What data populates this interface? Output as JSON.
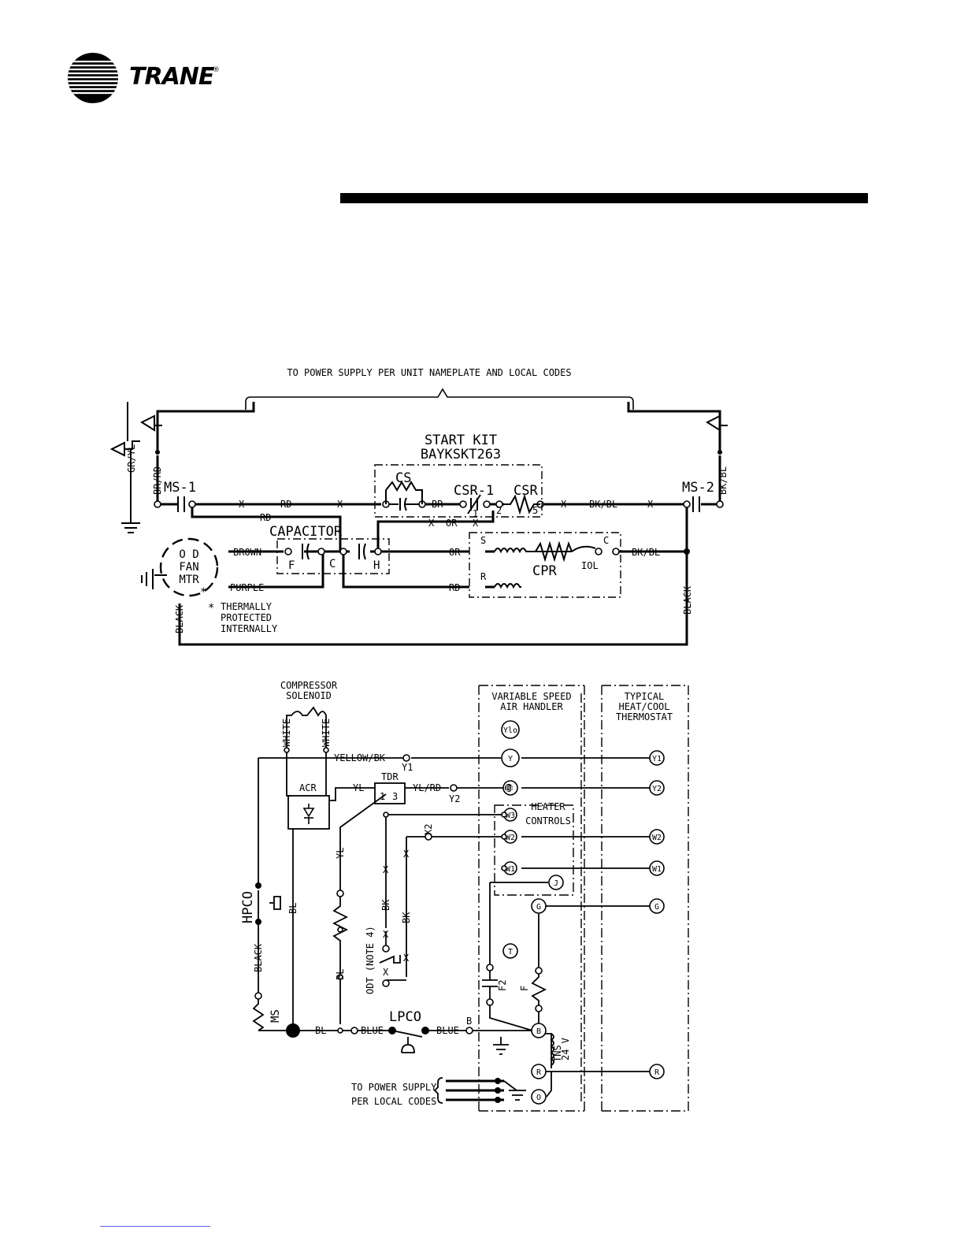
{
  "header": {
    "brand": "TRANE",
    "registered": "®"
  },
  "power_diagram": {
    "supply_note": "TO POWER SUPPLY PER UNIT NAMEPLATE AND LOCAL CODES",
    "start_kit_title": "START KIT",
    "start_kit_model": "BAYKSKT263",
    "labels": {
      "ms1": "MS-1",
      "ms2": "MS-2",
      "cs": "CS",
      "csr1": "CSR-1",
      "csr": "CSR",
      "capacitor": "CAPACITOR",
      "cap_f": "F",
      "cap_c": "C",
      "cap_h": "H",
      "cpr": "CPR",
      "iol": "IOL",
      "s": "S",
      "r": "R",
      "c": "C",
      "n1": "1",
      "n2": "2",
      "n5": "5",
      "fan_l1": "O D",
      "fan_l2": "FAN",
      "fan_l3": "MTR",
      "asterisk": "*",
      "note_star": "*",
      "note_l1": "THERMALLY",
      "note_l2": "PROTECTED",
      "note_l3": "INTERNALLY"
    },
    "wires": {
      "grn_yl": "GR/YL",
      "br_rd": "BR/RD",
      "bk_bl_v": "BK/BL",
      "rd1": "RD",
      "rd2": "RD",
      "rd3": "RD",
      "br": "BR",
      "or1": "OR",
      "or2": "OR",
      "bkbl1": "BK/BL",
      "bkbl2": "BK/BL",
      "brown": "BROWN",
      "purple": "PURPLE",
      "black_l": "BLACK",
      "black_r": "BLACK",
      "x1": "X",
      "x2": "X",
      "x3": "X",
      "x4": "X",
      "x5": "X",
      "x6": "X"
    }
  },
  "control_diagram": {
    "labels": {
      "comp_sol_1": "COMPRESSOR",
      "comp_sol_2": "SOLENOID",
      "white1": "WHITE",
      "white2": "WHITE",
      "yellow_bk": "YELLOW/BK",
      "y1_term": "Y1",
      "acr": "ACR",
      "yl": "YL",
      "tdr": "TDR",
      "tdr1": "1",
      "tdr3": "3",
      "yl_rd": "YL/RD",
      "y2_term": "Y2",
      "x2": "X2",
      "hpco": "HPCO",
      "bl_v": "BL",
      "yl_v": "YL",
      "bl_v2": "BL",
      "black_v": "BLACK",
      "ms": "MS",
      "bl_h": "BL",
      "blue1": "BLUE",
      "lpco": "LPCO",
      "blue2": "BLUE",
      "b": "B",
      "odt": "ODT (NOTE 4)",
      "x_a": "X",
      "x_b": "X",
      "x_c": "X",
      "x_d": "X",
      "x_e": "X",
      "bk_a": "BK",
      "bk_b": "BK",
      "f2": "F2",
      "f": "F",
      "tns": "TNS",
      "v24": "24 V",
      "pwr1": "TO POWER SUPPLY",
      "pwr2": "PER LOCAL CODES"
    },
    "air_handler": {
      "title1": "VARIABLE SPEED",
      "title2": "AIR HANDLER",
      "heater1": "HEATER",
      "heater2": "CONTROLS",
      "terms": {
        "ylo": "Ylo",
        "y": "Y",
        "bk": "BK",
        "w3": "W3",
        "w2": "W2",
        "w1": "W1",
        "j": "J",
        "g": "G",
        "t": "T",
        "b": "B",
        "r": "R",
        "o": "O"
      }
    },
    "thermostat": {
      "title1": "TYPICAL",
      "title2": "HEAT/COOL",
      "title3": "THERMOSTAT",
      "terms": {
        "y1": "Y1",
        "y2": "Y2",
        "w2": "W2",
        "w1": "W1",
        "g": "G",
        "r": "R"
      }
    }
  }
}
